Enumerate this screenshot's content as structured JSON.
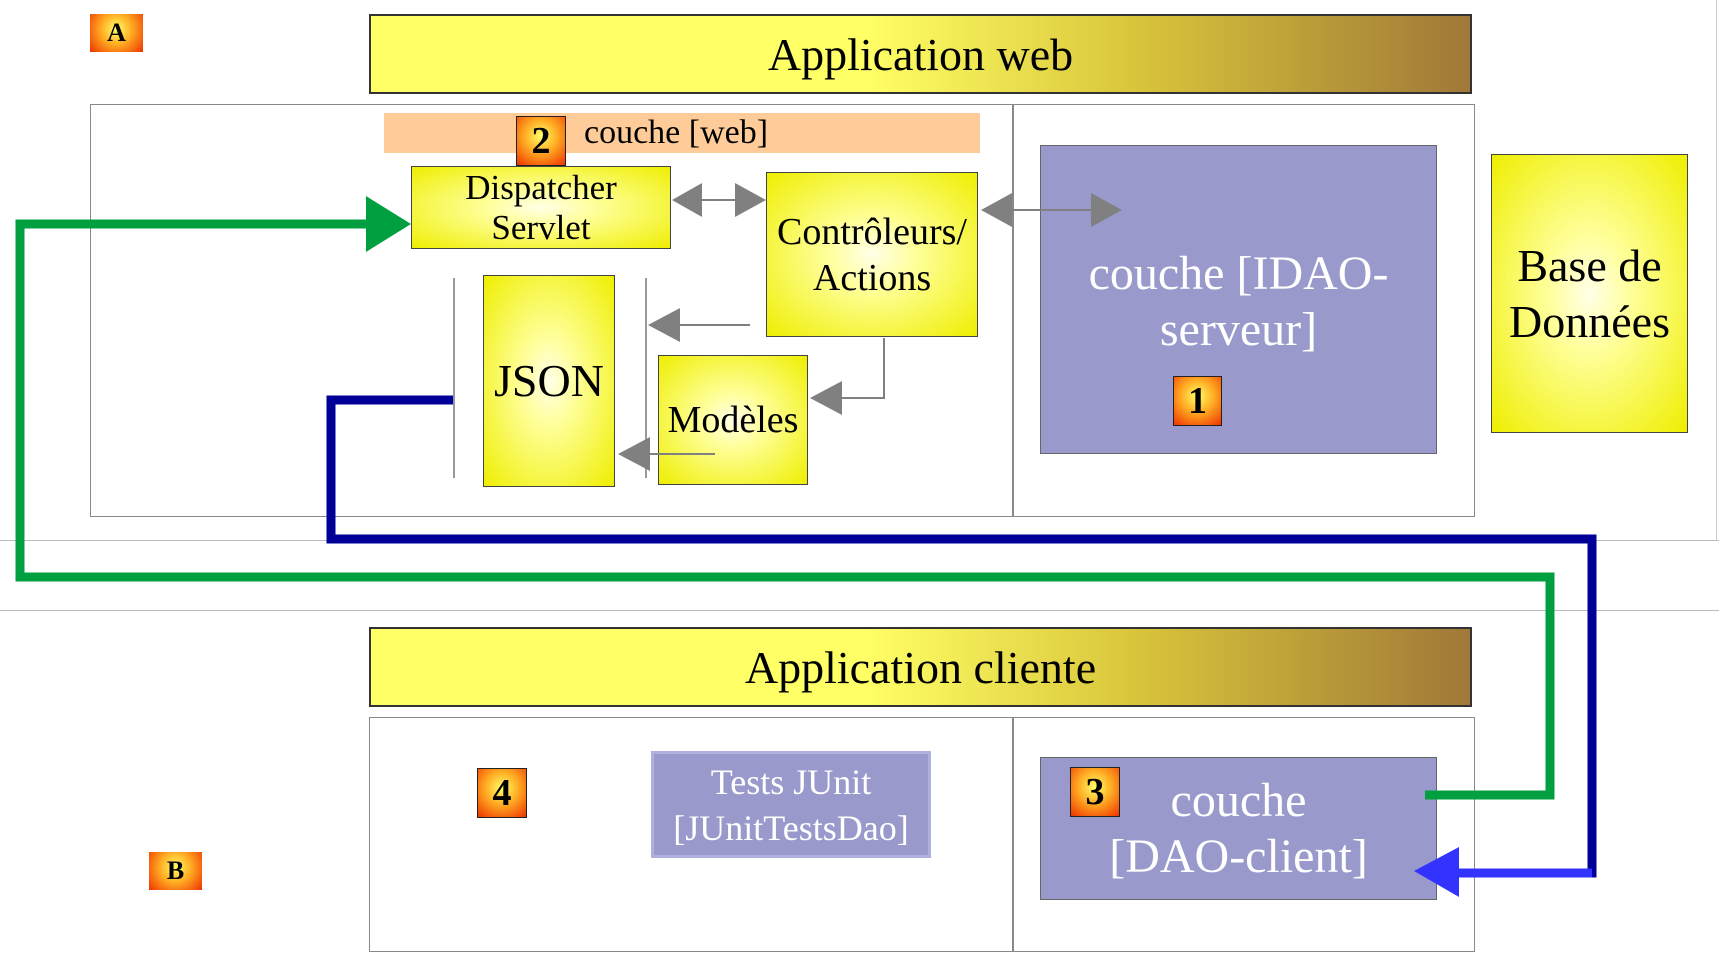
{
  "badges": {
    "a": "A",
    "b": "B",
    "n1": "1",
    "n2": "2",
    "n3": "3",
    "n4": "4"
  },
  "web": {
    "title": "Application web",
    "web_layer_label": "couche [web]",
    "dispatcher": "Dispatcher Servlet",
    "controllers": "Contrôleurs/ Actions",
    "json": "JSON",
    "models": "Modèles",
    "idao_server": "couche [IDAO-serveur]"
  },
  "database": "Base de Données",
  "client": {
    "title": "Application cliente",
    "tests": "Tests JUnit [JUnitTestsDao]",
    "dao_client": "couche [DAO-client]"
  },
  "colors": {
    "green_flow": "#00a040",
    "blue_flow": "#000099",
    "blue_arrowhead": "#3333ff",
    "gray_arrow": "#808080",
    "layer_label_bg": "#ffcc99",
    "dao_box": "#9999cc"
  }
}
